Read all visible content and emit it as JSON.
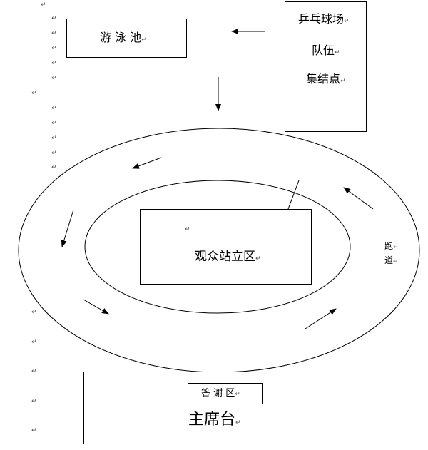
{
  "diagram": {
    "nodes": {
      "pool": "游 泳 池",
      "pingpong_line1": "乒乓球场",
      "pingpong_line2": "队伍",
      "pingpong_line3": "集结点",
      "audience": "观众站立区",
      "track_line1": "跑",
      "track_line2": "道",
      "thanks": "答 谢 区",
      "rostrum": "主席台"
    },
    "paragraph_mark": "↵"
  }
}
